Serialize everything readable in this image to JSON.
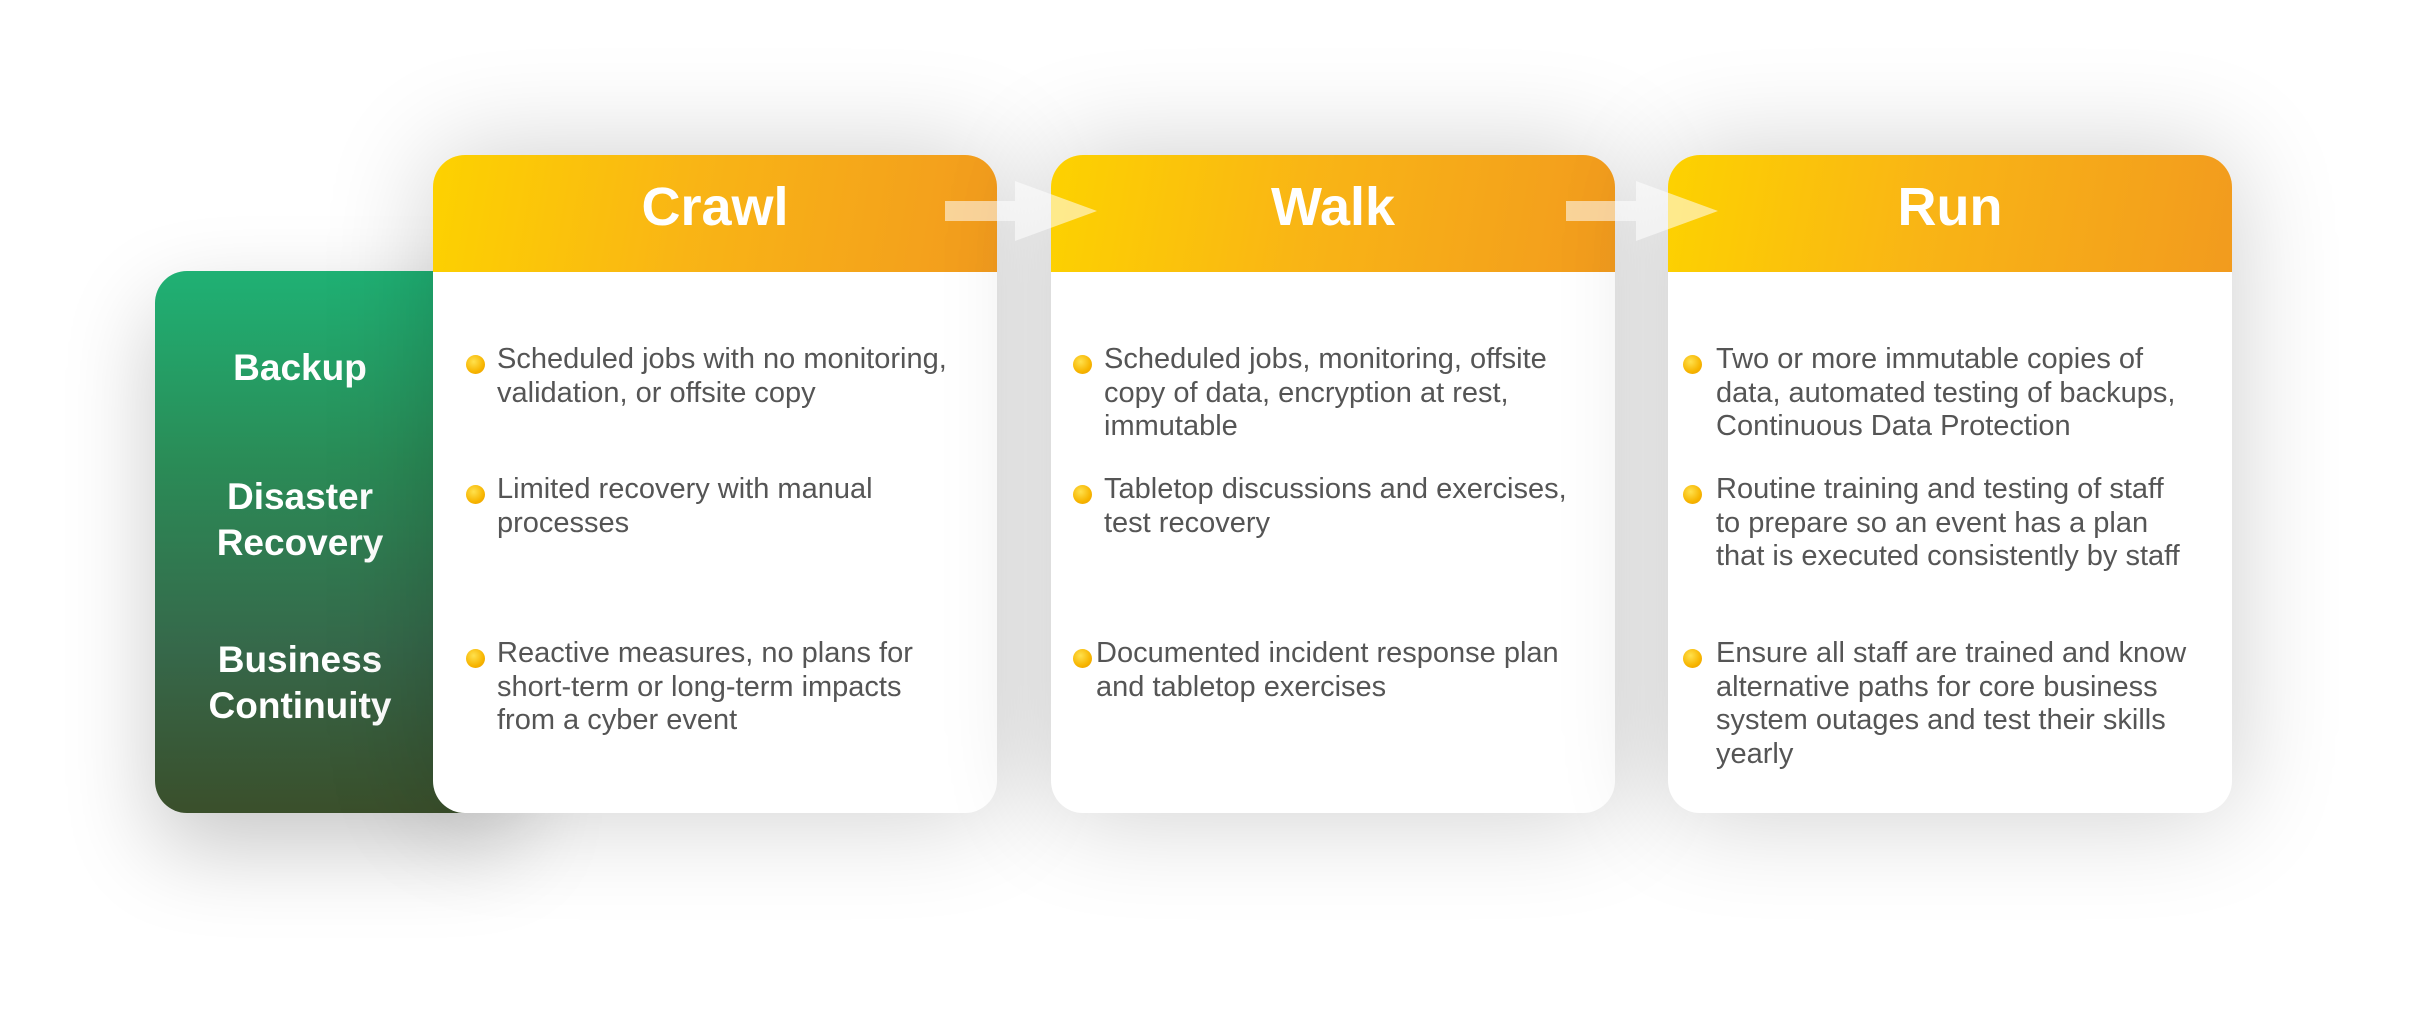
{
  "rows": [
    {
      "label": "Backup"
    },
    {
      "label": "Disaster\nRecovery"
    },
    {
      "label": "Business\nContinuity"
    }
  ],
  "stages": [
    {
      "title": "Crawl",
      "items": [
        "Scheduled jobs with no monitoring,\nvalidation, or offsite copy",
        "Limited recovery with manual\n processes",
        "Reactive measures, no plans for\nshort-term or long-term impacts\nfrom a cyber event"
      ]
    },
    {
      "title": "Walk",
      "items": [
        "Scheduled jobs, monitoring, offsite\ncopy of data, encryption at rest,\nimmutable",
        "Tabletop discussions and exercises,\n test recovery",
        "Documented incident response plan\nand tabletop exercises"
      ]
    },
    {
      "title": "Run",
      "items": [
        "Two or more immutable copies of\ndata, automated testing of backups,\nContinuous Data Protection",
        "Routine training and testing of staff\nto prepare so an event has a plan\nthat is executed consistently by staff",
        "Ensure all staff are trained and know\nalternative paths for core business\nsystem outages and test their skills\nyearly"
      ]
    }
  ],
  "icons": {
    "arrow": "arrow-right-icon",
    "bullet": "bullet-dot-icon"
  },
  "colors": {
    "row_panel_top": "#1fb174",
    "row_panel_bottom": "#3a4f2b",
    "header_left": "#fdd200",
    "header_right": "#f29b1e",
    "bullet": "#f7b500",
    "text": "#555555"
  }
}
